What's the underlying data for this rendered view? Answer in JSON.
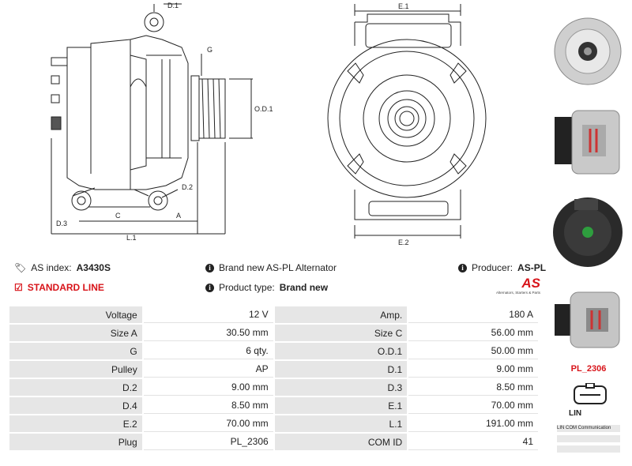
{
  "drawing": {
    "labels": {
      "d1": "D.1",
      "g": "G",
      "od1": "O.D.1",
      "d2": "D.2",
      "d3": "D.3",
      "c": "C",
      "a": "A",
      "l1": "L.1",
      "e1": "E.1",
      "e2": "E.2"
    }
  },
  "info": {
    "as_index_label": "AS index:",
    "as_index_value": "A3430S",
    "description": "Brand new AS-PL Alternator",
    "producer_label": "Producer:",
    "producer_value": "AS-PL",
    "standard_line": "STANDARD LINE",
    "product_type_label": "Product type:",
    "product_type_value": "Brand new",
    "logo_text": "AS",
    "logo_tagline": "Alternators, Starters & Parts"
  },
  "specs": [
    {
      "l1": "Voltage",
      "v1": "12 V",
      "l2": "Amp.",
      "v2": "180 A"
    },
    {
      "l1": "Size A",
      "v1": "30.50 mm",
      "l2": "Size C",
      "v2": "56.00 mm"
    },
    {
      "l1": "G",
      "v1": "6 qty.",
      "l2": "O.D.1",
      "v2": "50.00 mm"
    },
    {
      "l1": "Pulley",
      "v1": "AP",
      "l2": "D.1",
      "v2": "9.00 mm"
    },
    {
      "l1": "D.2",
      "v1": "9.00 mm",
      "l2": "D.3",
      "v2": "8.50 mm"
    },
    {
      "l1": "D.4",
      "v1": "8.50 mm",
      "l2": "E.1",
      "v2": "70.00 mm"
    },
    {
      "l1": "E.2",
      "v1": "70.00 mm",
      "l2": "L.1",
      "v2": "191.00 mm"
    },
    {
      "l1": "Plug",
      "v1": "PL_2306",
      "l2": "COM ID",
      "v2": "41"
    }
  ],
  "sidebar": {
    "plug_code": "PL_2306",
    "plug_label": "LIN",
    "mini_rows": [
      "LIN  COM Communication",
      "",
      ""
    ]
  },
  "colors": {
    "accent": "#d8141a",
    "label_bg": "#e6e6e6"
  }
}
